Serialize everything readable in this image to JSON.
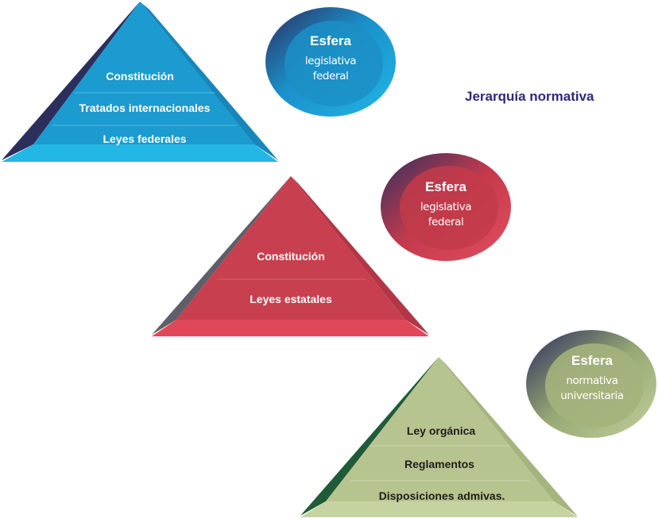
{
  "title": "Jerarquía normativa",
  "pyramids": [
    {
      "levels": [
        "Constitución",
        "Tratados internacionales",
        "Leyes federales"
      ],
      "sphere": {
        "heading": "Esfera",
        "lines": [
          "legislativa",
          "federal"
        ]
      },
      "colors": {
        "face": "#1b9bd0",
        "dark": "#2c2f5c",
        "base": "#23b7e5",
        "sphere_outer": "#1fa6dc",
        "sphere_inner": "#1b8fc6"
      }
    },
    {
      "levels": [
        "Constitución",
        "Leyes estatales"
      ],
      "sphere": {
        "heading": "Esfera",
        "lines": [
          "legislativa",
          "federal"
        ]
      },
      "colors": {
        "face": "#c8404f",
        "dark": "#5f5f6a",
        "base": "#e0485a",
        "sphere_outer": "#d9404f",
        "sphere_inner": "#c23b4a"
      }
    },
    {
      "levels": [
        "Ley orgánica",
        "Reglamentos",
        "Disposiciones admivas."
      ],
      "sphere": {
        "heading": "Esfera",
        "lines": [
          "normativa",
          "universitaria"
        ]
      },
      "colors": {
        "face": "#b6c48f",
        "dark": "#1f5b38",
        "base": "#c5d3a0",
        "sphere_outer": "#b3c18c",
        "sphere_inner": "#a4b37c"
      }
    }
  ]
}
